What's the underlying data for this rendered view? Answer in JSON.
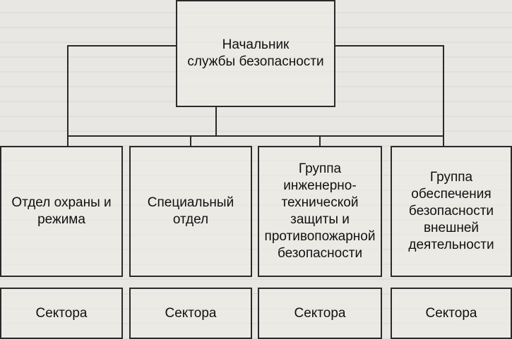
{
  "diagram": {
    "head": {
      "label": "Начальник\nслужбы безопасности"
    },
    "departments": [
      {
        "label": "Отдел охраны и\nрежима"
      },
      {
        "label": "Специальный\nотдел"
      },
      {
        "label": "Группа\nинженерно-\nтехнической\nзащиты и\nпротивопожарной\nбезопасности"
      },
      {
        "label": "Группа\nобеспечения\nбезопасности\nвнешней\nдеятельности"
      }
    ],
    "sectors": [
      {
        "label": "Сектора"
      },
      {
        "label": "Сектора"
      },
      {
        "label": "Сектора"
      },
      {
        "label": "Сектора"
      }
    ]
  }
}
